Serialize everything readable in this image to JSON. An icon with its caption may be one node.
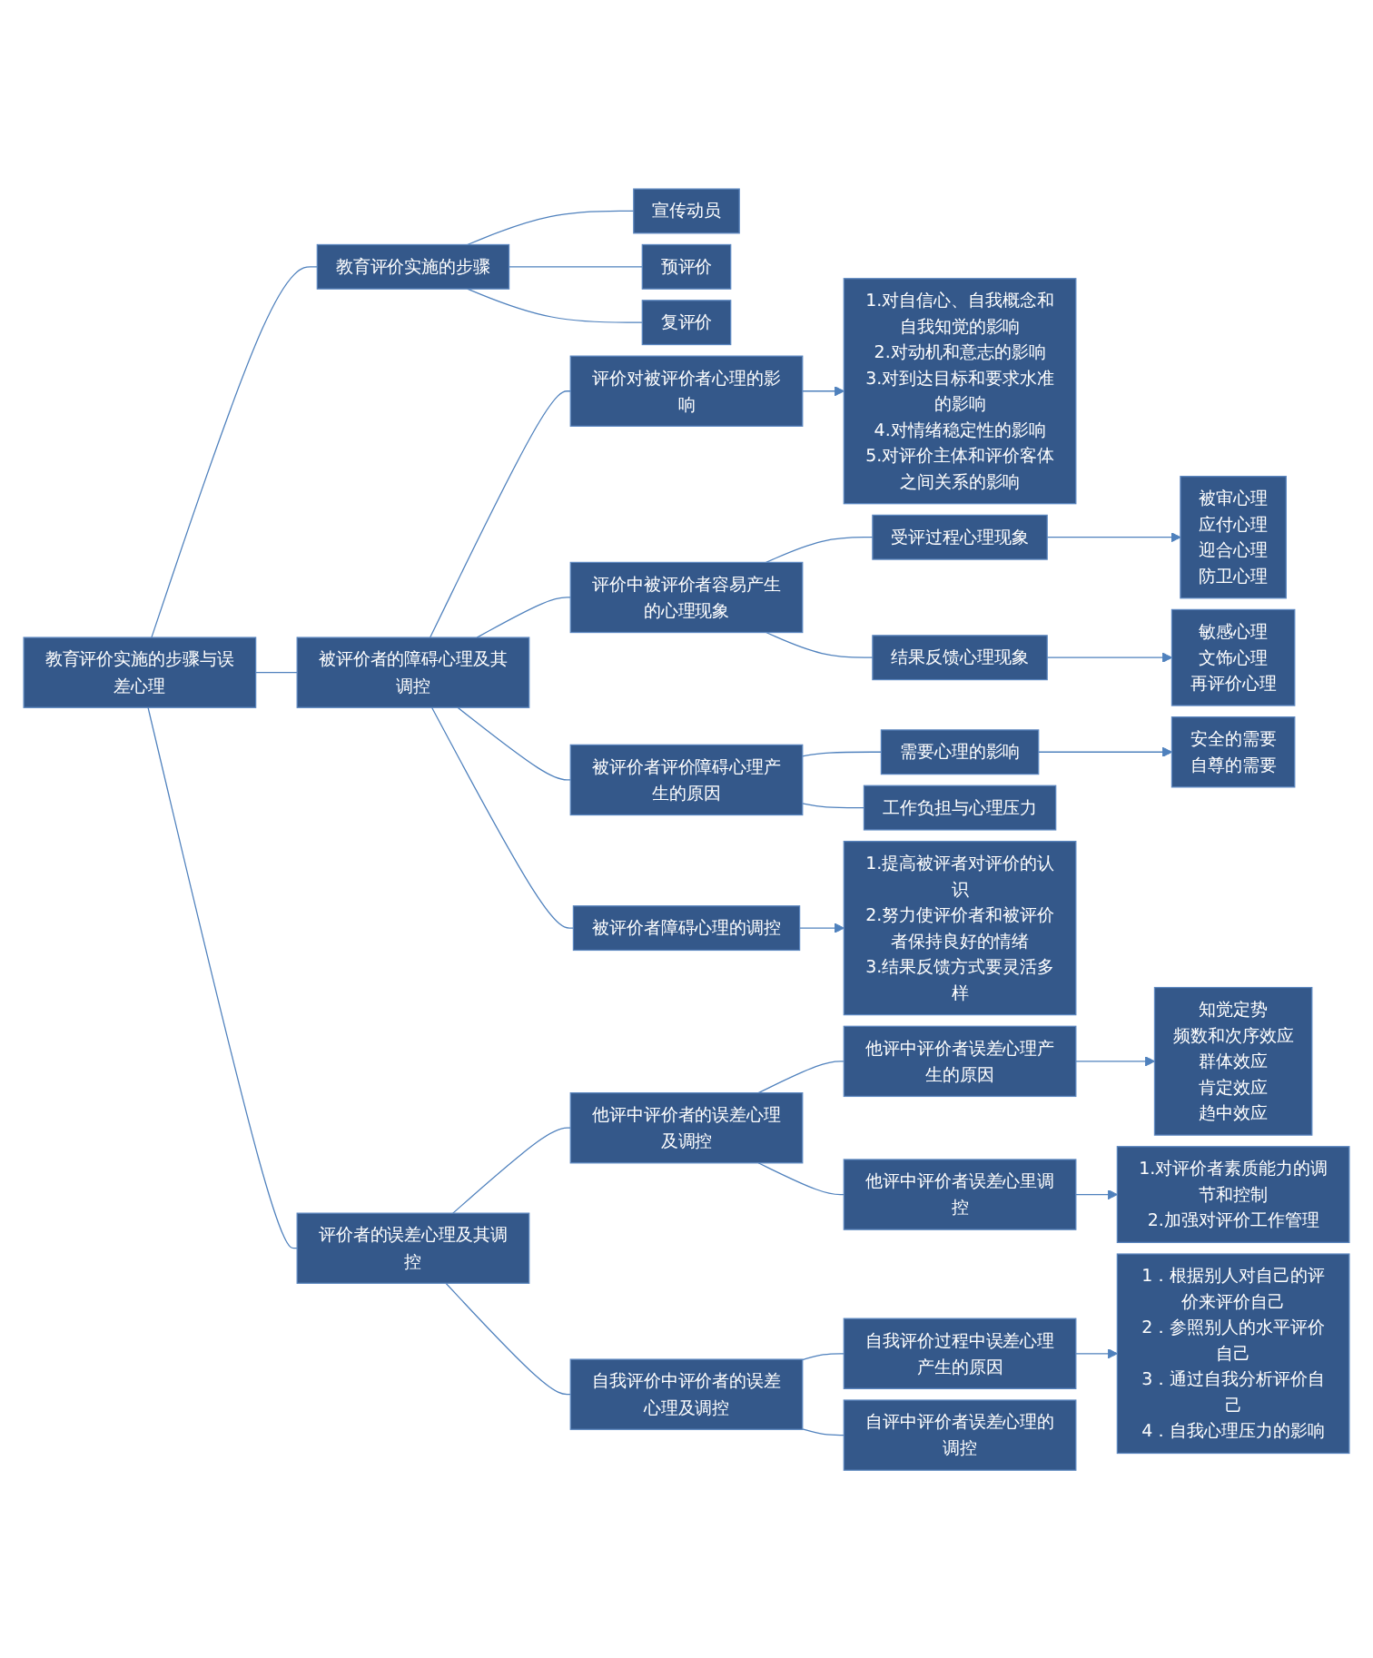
{
  "diagram": {
    "nodes": [
      {
        "text": [
          "教育评价实施的步骤与误差心理"
        ]
      },
      {
        "text": [
          "教育评价实施的步骤"
        ]
      },
      {
        "text": [
          "宣传动员"
        ]
      },
      {
        "text": [
          "预评价"
        ]
      },
      {
        "text": [
          "复评价"
        ]
      },
      {
        "text": [
          "被评价者的障碍心理及其调控"
        ]
      },
      {
        "text": [
          "评价对被评价者心理的影响"
        ]
      },
      {
        "text": [
          "1.对自信心、自我概念和自我知觉的影响",
          "2.对动机和意志的影响",
          "3.对到达目标和要求水准的影响",
          "4.对情绪稳定性的影响",
          "5.对评价主体和评价客体之间关系的影响"
        ]
      },
      {
        "text": [
          "评价中被评价者容易产生的心理现象"
        ]
      },
      {
        "text": [
          "受评过程心理现象"
        ]
      },
      {
        "text": [
          "被审心理",
          "应付心理",
          "迎合心理",
          "防卫心理"
        ]
      },
      {
        "text": [
          "结果反馈心理现象"
        ]
      },
      {
        "text": [
          "敏感心理",
          "文饰心理",
          "再评价心理"
        ]
      },
      {
        "text": [
          "被评价者评价障碍心理产生的原因"
        ]
      },
      {
        "text": [
          "需要心理的影响"
        ]
      },
      {
        "text": [
          "安全的需要",
          "自尊的需要"
        ]
      },
      {
        "text": [
          "工作负担与心理压力"
        ]
      },
      {
        "text": [
          "被评价者障碍心理的调控"
        ]
      },
      {
        "text": [
          "1.提高被评者对评价的认识",
          "2.努力使评价者和被评价者保持良好的情绪",
          "3.结果反馈方式要灵活多样"
        ]
      },
      {
        "text": [
          "评价者的误差心理及其调控"
        ]
      },
      {
        "text": [
          "他评中评价者的误差心理及调控"
        ]
      },
      {
        "text": [
          "他评中评价者误差心理产生的原因"
        ]
      },
      {
        "text": [
          "知觉定势",
          "频数和次序效应",
          "群体效应",
          "肯定效应",
          "趋中效应"
        ]
      },
      {
        "text": [
          "他评中评价者误差心里调控"
        ]
      },
      {
        "text": [
          "1.对评价者素质能力的调节和控制",
          "2.加强对评价工作管理"
        ]
      },
      {
        "text": [
          "自我评价中评价者的误差心理及调控"
        ]
      },
      {
        "text": [
          "自我评价过程中误差心理产生的原因"
        ]
      },
      {
        "text": [
          "1．根据别人对自己的评价来评价自己",
          "2．参照别人的水平评价自己",
          "3．通过自我分析评价自己",
          "4．自我心理压力的影响"
        ]
      },
      {
        "text": [
          "自评中评价者误差心理的调控"
        ]
      }
    ],
    "edges": [
      {
        "from": 0,
        "to": 1,
        "arrow": "none"
      },
      {
        "from": 0,
        "to": 5,
        "arrow": "none"
      },
      {
        "from": 0,
        "to": 19,
        "arrow": "none"
      },
      {
        "from": 1,
        "to": 2,
        "arrow": "none"
      },
      {
        "from": 1,
        "to": 3,
        "arrow": "none"
      },
      {
        "from": 1,
        "to": 4,
        "arrow": "none"
      },
      {
        "from": 5,
        "to": 6,
        "arrow": "none"
      },
      {
        "from": 5,
        "to": 8,
        "arrow": "none"
      },
      {
        "from": 5,
        "to": 13,
        "arrow": "none"
      },
      {
        "from": 5,
        "to": 17,
        "arrow": "none"
      },
      {
        "from": 6,
        "to": 7,
        "arrow": "to"
      },
      {
        "from": 8,
        "to": 9,
        "arrow": "none"
      },
      {
        "from": 8,
        "to": 11,
        "arrow": "none"
      },
      {
        "from": 9,
        "to": 10,
        "arrow": "to"
      },
      {
        "from": 11,
        "to": 12,
        "arrow": "to"
      },
      {
        "from": 13,
        "to": 14,
        "arrow": "none"
      },
      {
        "from": 13,
        "to": 16,
        "arrow": "none"
      },
      {
        "from": 14,
        "to": 15,
        "arrow": "to"
      },
      {
        "from": 17,
        "to": 18,
        "arrow": "to"
      },
      {
        "from": 19,
        "to": 20,
        "arrow": "none"
      },
      {
        "from": 19,
        "to": 25,
        "arrow": "none"
      },
      {
        "from": 20,
        "to": 21,
        "arrow": "none"
      },
      {
        "from": 20,
        "to": 23,
        "arrow": "none"
      },
      {
        "from": 21,
        "to": 22,
        "arrow": "to"
      },
      {
        "from": 23,
        "to": 24,
        "arrow": "to"
      },
      {
        "from": 25,
        "to": 26,
        "arrow": "none"
      },
      {
        "from": 25,
        "to": 28,
        "arrow": "none"
      },
      {
        "from": 26,
        "to": 27,
        "arrow": "to"
      }
    ]
  }
}
